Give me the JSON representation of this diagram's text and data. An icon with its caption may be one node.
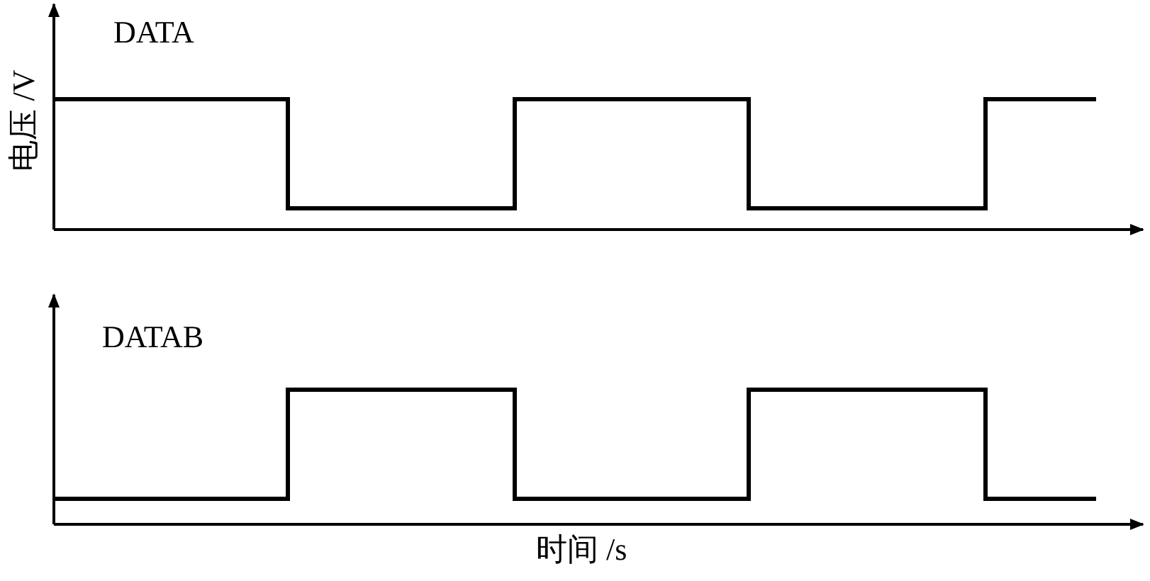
{
  "diagram": {
    "labels": [
      "DATA",
      "电压 /V",
      "DATAB",
      "时间 /s"
    ]
  }
}
